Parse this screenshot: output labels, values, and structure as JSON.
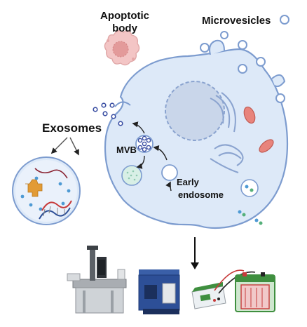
{
  "labels": {
    "apoptotic_body_line1": "Apoptotic",
    "apoptotic_body_line2": "body",
    "microvesicles": "Microvesicles",
    "exosomes": "Exosomes",
    "mvb": "MVB",
    "early_endosome_line1": "Early",
    "early_endosome_line2": "endosome"
  },
  "colors": {
    "cell_fill": "#dde9f8",
    "cell_stroke": "#7d9ccf",
    "nucleus_fill": "#c9d6ea",
    "apoptotic_fill": "#f3c5c5",
    "mito_fill": "#e8847c",
    "exosome_dot": "#3b4fa3",
    "mvb_fill": "#ffffff",
    "instrument_blue": "#2d4f97",
    "gel_green": "#3f8f3f",
    "gel_red": "#c73a3a"
  },
  "icons": [
    "apoptotic-body-icon",
    "microvesicle-icon",
    "cell-icon",
    "nucleus-icon",
    "golgi-icon",
    "endoplasmic-reticulum-icon",
    "mitochondrion-icon",
    "mvb-icon",
    "lysosome-icon",
    "early-endosome-icon",
    "exosome-cargo-icon",
    "dna-icon",
    "electron-microscope-icon",
    "nanoparticle-analyzer-icon",
    "electrophoresis-power-supply-icon",
    "gel-tank-icon"
  ]
}
